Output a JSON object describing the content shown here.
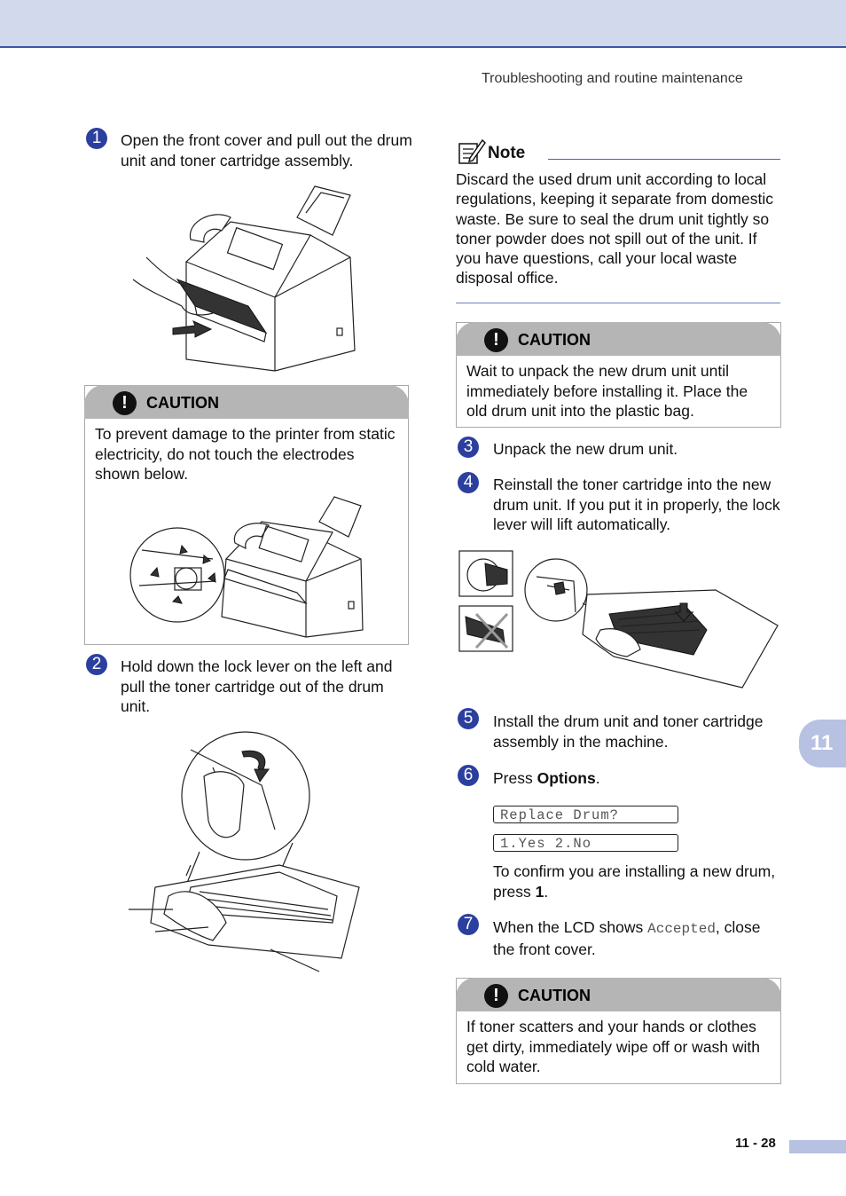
{
  "header": {
    "title": "Troubleshooting and routine maintenance"
  },
  "steps": [
    {
      "num": "1",
      "text": "Open the front cover and pull out the drum unit and toner cartridge assembly."
    },
    {
      "num": "2",
      "text": "Hold down the lock lever on the left and pull the toner cartridge out of the drum unit."
    },
    {
      "num": "3",
      "text": "Unpack the new drum unit."
    },
    {
      "num": "4",
      "text": "Reinstall the toner cartridge into the new drum unit. If you put it in properly, the lock lever will lift automatically."
    },
    {
      "num": "5",
      "text": "Install the drum unit and toner cartridge assembly in the machine."
    },
    {
      "num": "6",
      "text_prefix": "Press ",
      "text_bold": "Options",
      "text_suffix": "."
    },
    {
      "num": "7",
      "text_prefix": "When the LCD shows ",
      "text_mono": "Accepted",
      "text_suffix": ", close the front cover."
    }
  ],
  "confirm": {
    "prefix": "To confirm you are installing a new drum, press ",
    "key": "1",
    "suffix": "."
  },
  "lcd": {
    "line1": "Replace Drum?",
    "line2": "1.Yes 2.No"
  },
  "note": {
    "label": "Note",
    "text": "Discard the used drum unit according to local regulations, keeping it separate from domestic waste. Be sure to seal the drum unit tightly so toner powder does not spill out of the unit. If you have questions, call your local waste disposal office."
  },
  "cautions": [
    {
      "title": "CAUTION",
      "text": "To prevent damage to the printer from static electricity, do not touch the electrodes shown below."
    },
    {
      "title": "CAUTION",
      "text": "Wait to unpack the new drum unit until immediately before installing it. Place the old drum unit into the plastic bag."
    },
    {
      "title": "CAUTION",
      "text": "If toner scatters and your hands or clothes get dirty, immediately wipe off or wash with cold water."
    }
  ],
  "caution_icon": "exclamation-icon",
  "chapter_tab": "11",
  "page_number": "11 - 28",
  "colors": {
    "accent": "#2b3f9e",
    "tab": "#b7c1e2",
    "caution_bar": "#b5b5b5",
    "band": "#d3d9ec"
  }
}
